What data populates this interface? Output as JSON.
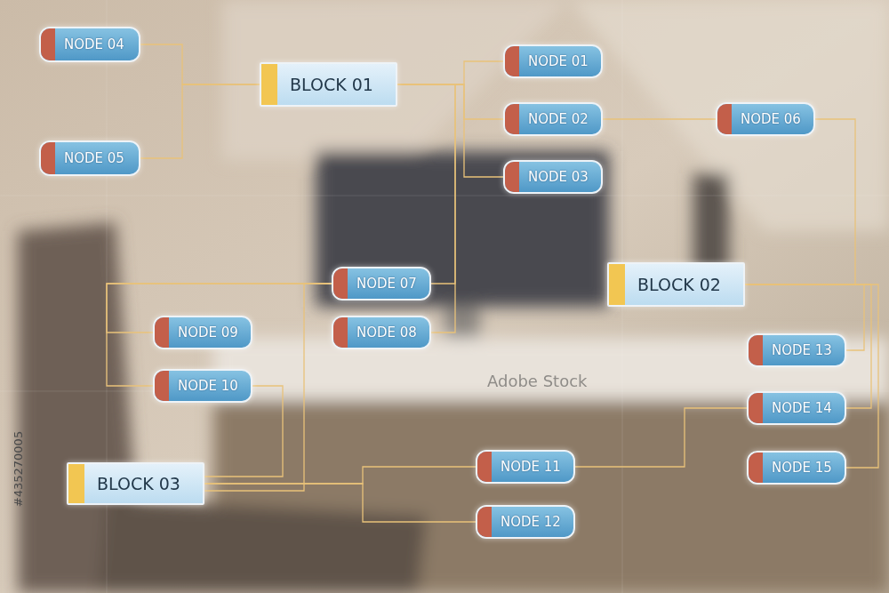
{
  "diagram": {
    "nodes": [
      {
        "text": [
          "NODE 04"
        ]
      },
      {
        "text": [
          "NODE 05"
        ]
      },
      {
        "text": [
          "BLOCK 01"
        ]
      },
      {
        "text": [
          "NODE 01"
        ]
      },
      {
        "text": [
          "NODE 02"
        ]
      },
      {
        "text": [
          "NODE 03"
        ]
      },
      {
        "text": [
          "NODE 06"
        ]
      },
      {
        "text": [
          "NODE 07"
        ]
      },
      {
        "text": [
          "NODE 08"
        ]
      },
      {
        "text": [
          "BLOCK 02"
        ]
      },
      {
        "text": [
          "NODE 09"
        ]
      },
      {
        "text": [
          "NODE 10"
        ]
      },
      {
        "text": [
          "NODE 13"
        ]
      },
      {
        "text": [
          "NODE 14"
        ]
      },
      {
        "text": [
          "NODE 15"
        ]
      },
      {
        "text": [
          "BLOCK 03"
        ]
      },
      {
        "text": [
          "NODE 11"
        ]
      },
      {
        "text": [
          "NODE 12"
        ]
      }
    ],
    "edges": [
      {
        "from": 2,
        "to": 0,
        "arrow": "none"
      },
      {
        "from": 2,
        "to": 1,
        "arrow": "none"
      },
      {
        "from": 2,
        "to": 3,
        "arrow": "none"
      },
      {
        "from": 2,
        "to": 4,
        "arrow": "none"
      },
      {
        "from": 2,
        "to": 5,
        "arrow": "none"
      },
      {
        "from": 2,
        "to": 7,
        "arrow": "none"
      },
      {
        "from": 2,
        "to": 8,
        "arrow": "none"
      },
      {
        "from": 4,
        "to": 6,
        "arrow": "none"
      },
      {
        "from": 6,
        "to": 9,
        "arrow": "none"
      },
      {
        "from": 7,
        "to": 10,
        "arrow": "none"
      },
      {
        "from": 7,
        "to": 11,
        "arrow": "none"
      },
      {
        "from": 11,
        "to": 15,
        "arrow": "none"
      },
      {
        "from": 7,
        "to": 15,
        "arrow": "none"
      },
      {
        "from": 15,
        "to": 16,
        "arrow": "none"
      },
      {
        "from": 15,
        "to": 17,
        "arrow": "none"
      },
      {
        "from": 9,
        "to": 12,
        "arrow": "none"
      },
      {
        "from": 9,
        "to": 13,
        "arrow": "none"
      },
      {
        "from": 9,
        "to": 14,
        "arrow": "none"
      },
      {
        "from": 16,
        "to": 13,
        "arrow": "none"
      }
    ],
    "labels": [
      "Adobe Stock",
      "#435270005"
    ]
  }
}
